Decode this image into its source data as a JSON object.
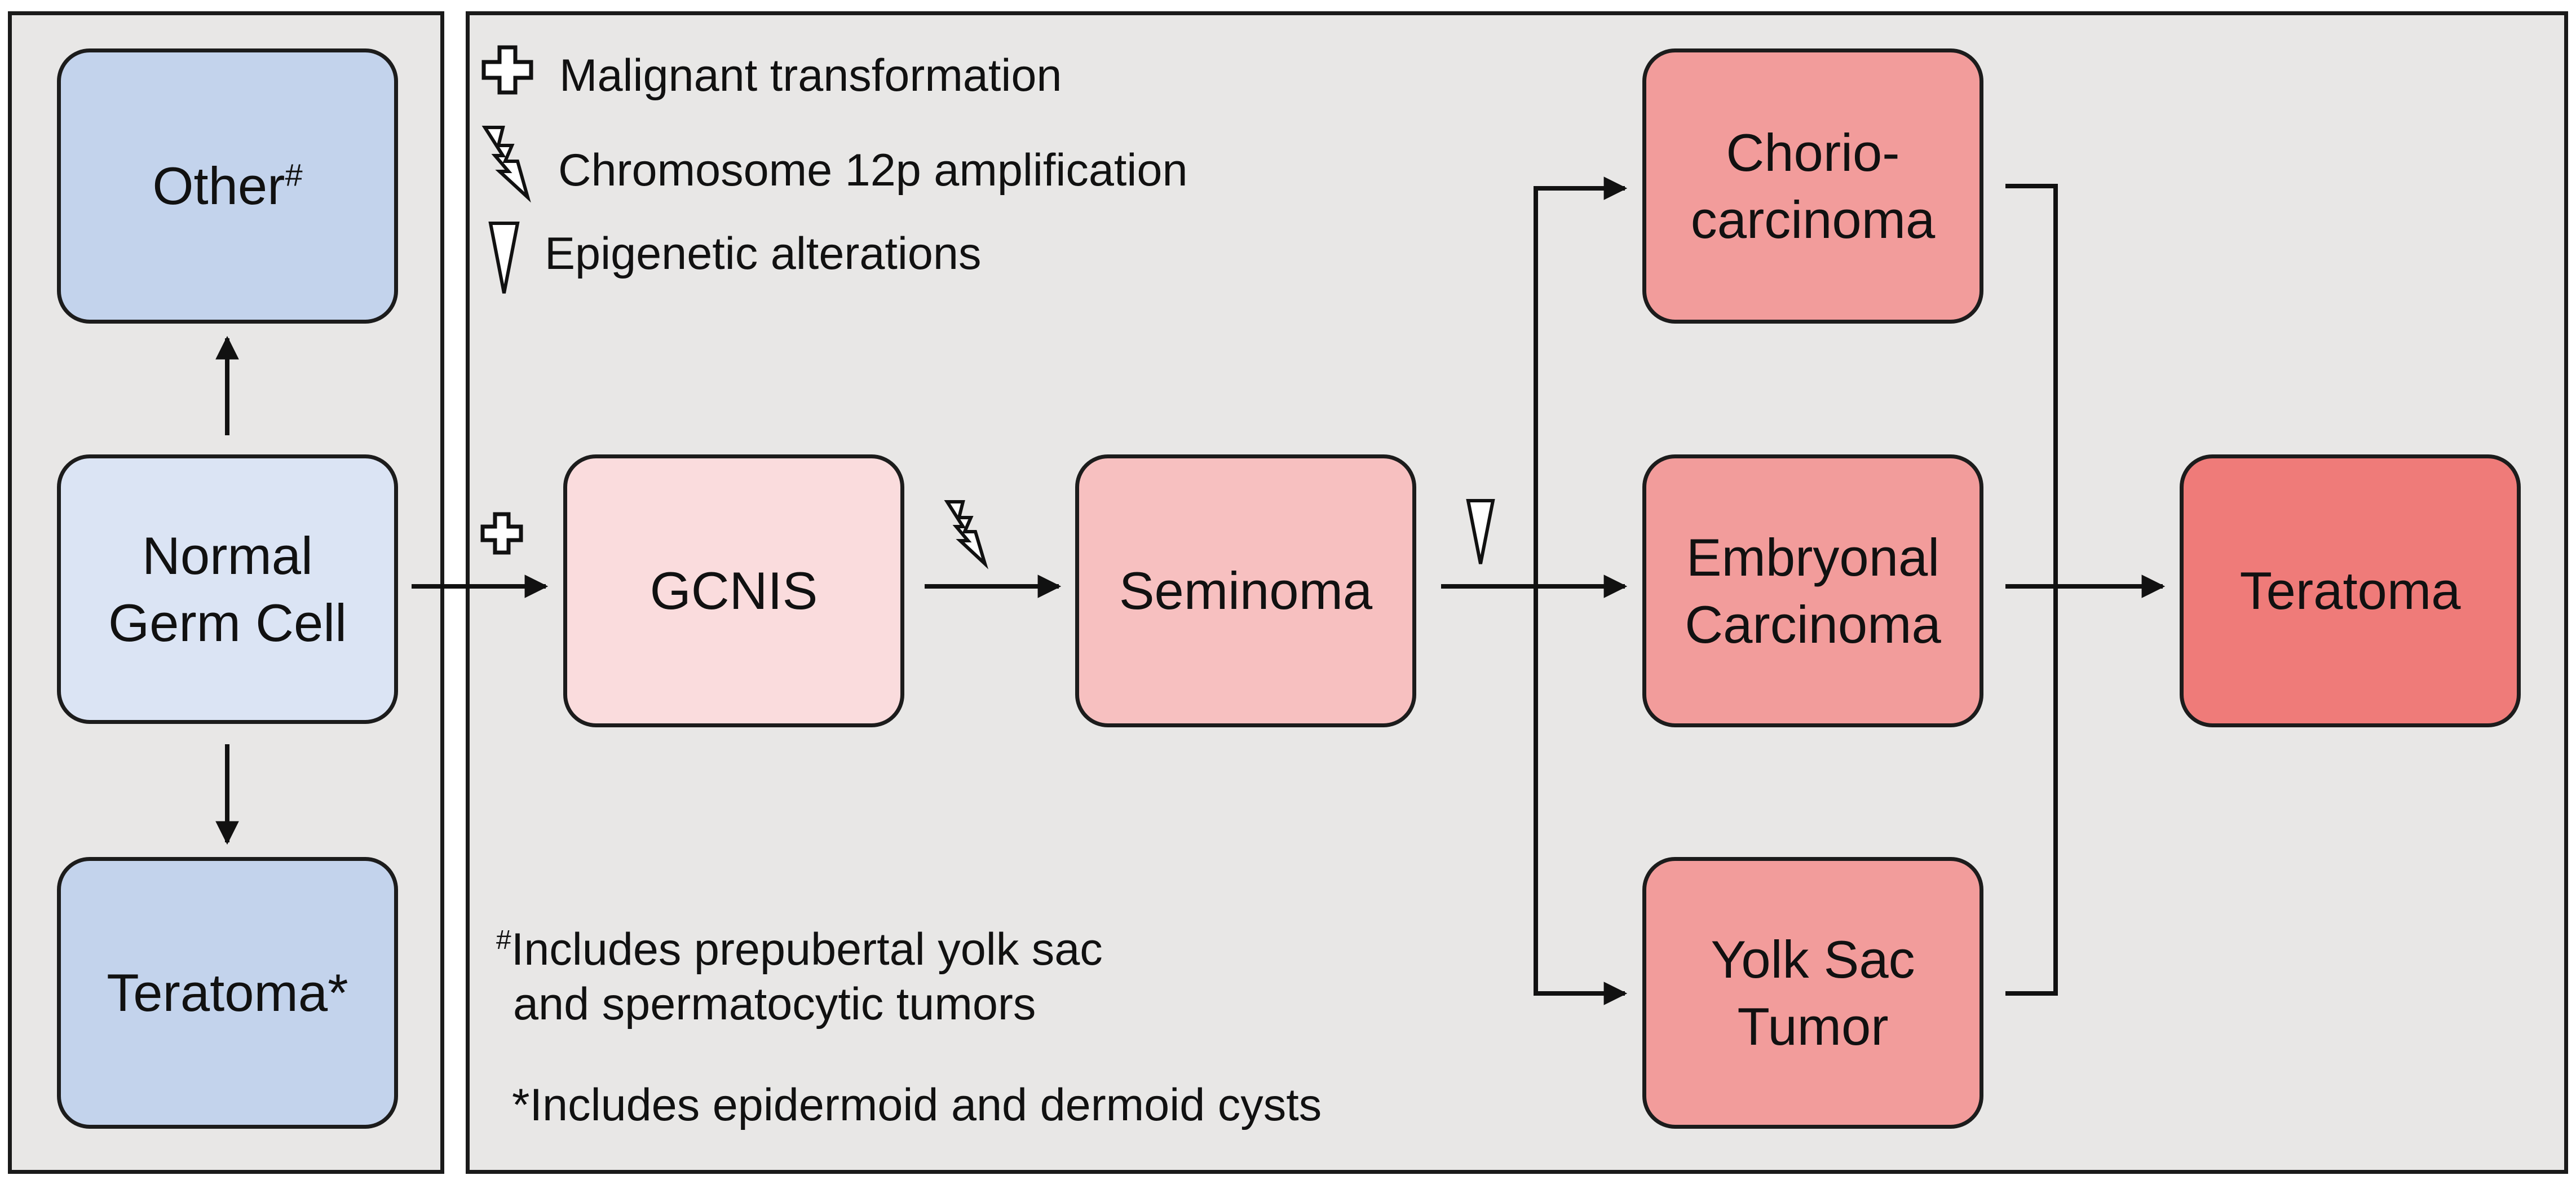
{
  "colors": {
    "panel_bg": "#e8e7e6",
    "border": "#1a1a1a",
    "normal_cell_fill": "#dbe4f4",
    "benign_fill": "#c3d3ec",
    "gcnis_fill": "#fadcdd",
    "seminoma_fill": "#f7c0c0",
    "nonseminoma_fill": "#f29c9b",
    "teratoma_main_fill": "#ef7b79"
  },
  "legend": [
    {
      "icon": "plus-icon",
      "label": "Malignant transformation"
    },
    {
      "icon": "lightning-icon",
      "label": "Chromosome 12p amplification"
    },
    {
      "icon": "triangle-icon",
      "label": "Epigenetic alterations"
    }
  ],
  "nodes": {
    "other": {
      "label": "Other",
      "mark": "#"
    },
    "normal_germ_cell": {
      "label": "Normal\nGerm Cell"
    },
    "teratoma_benign": {
      "label": "Teratoma",
      "mark": "*"
    },
    "gcnis": {
      "label": "GCNIS"
    },
    "seminoma": {
      "label": "Seminoma"
    },
    "choriocarcinoma": {
      "label": "Chorio-\ncarcinoma"
    },
    "embryonal_carcinoma": {
      "label": "Embryonal\nCarcinoma"
    },
    "yolk_sac_tumor": {
      "label": "Yolk Sac\nTumor"
    },
    "teratoma_malignant": {
      "label": "Teratoma"
    }
  },
  "notes": {
    "other_mark": "#",
    "other_line1": "Includes prepubertal yolk sac",
    "other_line2": "and spermatocytic tumors",
    "teratoma_note": "*Includes epidermoid and dermoid cysts"
  }
}
